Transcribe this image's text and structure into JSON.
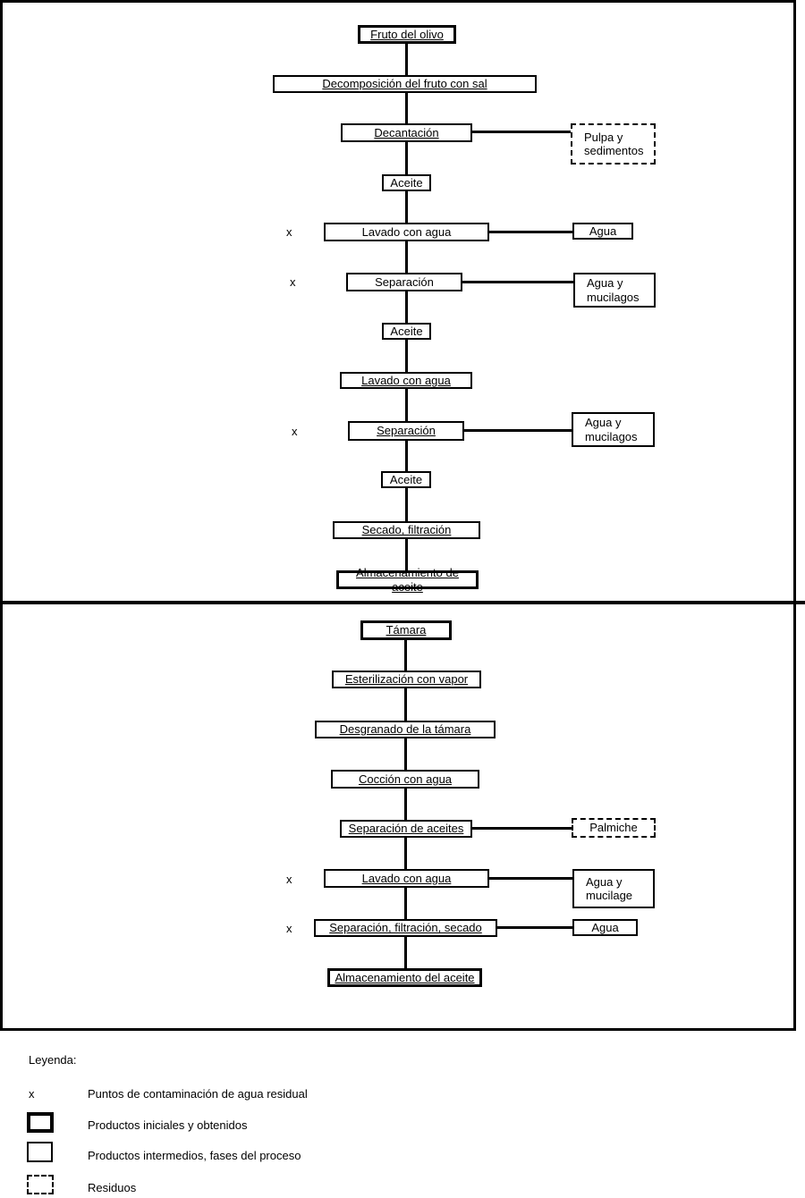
{
  "x_mark": "x",
  "chart1": {
    "nodes": {
      "start": "Fruto del olivo",
      "decomposicion": "Decomposición del fruto con sal",
      "decantacion": "Decantación",
      "aceite1": "Aceite",
      "lavado1": "Lavado con agua",
      "separacion1": "Separación",
      "aceite2": "Aceite",
      "lavado2": "Lavado con agua",
      "separacion2": "Separación",
      "aceite3": "Aceite",
      "secado": "Secado,  filtración",
      "almacenamiento": "Almacenamiento de aceite"
    },
    "residues": {
      "pulpa": "Pulpa y\nsedimentos",
      "agua": "Agua",
      "mucilagos1": "Agua y\nmucilagos",
      "mucilagos2": "Agua y\nmucilagos"
    }
  },
  "chart2": {
    "nodes": {
      "start": "Támara",
      "esterilizacion": "Esterilización con vapor",
      "desgranado": "Desgranado de la támara",
      "coccion": "Cocción con agua",
      "separacion_aceites": "Separación de aceites",
      "lavado": "Lavado con agua",
      "separacion_filtracion": "Separación, filtración, secado",
      "almacenamiento": "Almacenamiento del aceite"
    },
    "residues": {
      "palmiche": "Palmiche",
      "mucilage": "Agua y\nmucilage",
      "agua": "Agua"
    }
  },
  "legend": {
    "title": "Leyenda:",
    "items": [
      {
        "symbol": "x",
        "label": "Puntos de contaminación de agua residual"
      },
      {
        "swatch": "bold-box",
        "label": "Productos iniciales y obtenidos"
      },
      {
        "swatch": "normal-box",
        "label": "Productos intermedios, fases del proceso"
      },
      {
        "swatch": "dashed-box",
        "label": "Residuos"
      }
    ]
  }
}
